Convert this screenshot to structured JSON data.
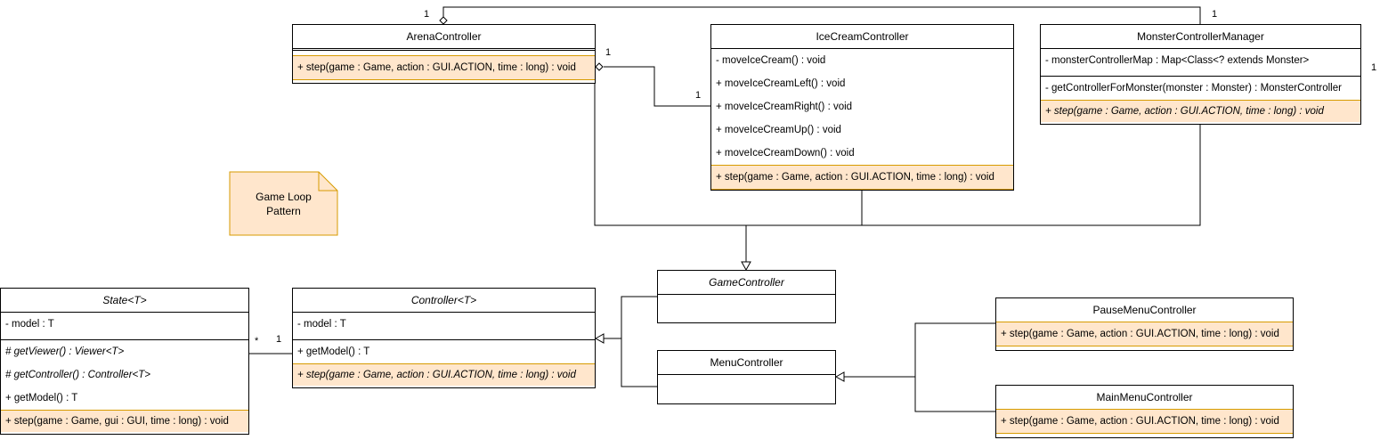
{
  "classes": {
    "arena": {
      "name": "ArenaController",
      "methods": [
        "+ step(game : Game, action : GUI.ACTION, time : long) : void"
      ]
    },
    "icecream": {
      "name": "IceCreamController",
      "methods": [
        "- moveIceCream() : void",
        "+ moveIceCreamLeft() : void",
        "+ moveIceCreamRight() : void",
        "+ moveIceCreamUp() : void",
        "+ moveIceCreamDown() : void",
        "+ step(game : Game, action : GUI.ACTION, time : long) :  void"
      ]
    },
    "monster": {
      "name": "MonsterControllerManager",
      "attrs": [
        "- monsterControllerMap : Map<Class<? extends Monster>"
      ],
      "methods": [
        "- getControllerForMonster(monster : Monster) : MonsterController",
        "+ step(game : Game, action : GUI.ACTION, time : long) : void"
      ]
    },
    "gamecontroller": {
      "name": "GameController"
    },
    "state": {
      "name": "State<T>",
      "attrs": [
        "- model : T"
      ],
      "methods": [
        "# getViewer() : Viewer<T>",
        "# getController() : Controller<T>",
        "+ getModel() : T",
        "+ step(game : Game, gui : GUI, time : long) : void"
      ]
    },
    "controller": {
      "name": "Controller<T>",
      "attrs": [
        "- model : T"
      ],
      "methods": [
        "+ getModel() : T",
        "+ step(game : Game, action : GUI.ACTION, time : long) : void"
      ]
    },
    "menucontroller": {
      "name": "MenuController"
    },
    "pausemenu": {
      "name": "PauseMenuController",
      "methods": [
        "+ step(game : Game, action : GUI.ACTION, time : long) : void"
      ]
    },
    "mainmenu": {
      "name": "MainMenuController",
      "methods": [
        "+ step(game : Game, action : GUI.ACTION, time : long) : void"
      ]
    }
  },
  "note": {
    "line1": "Game Loop",
    "line2": "Pattern"
  },
  "multiplicities": {
    "arena_top": "1",
    "monster_top": "1",
    "monster_right": "1",
    "arena_icecream": "1",
    "icecream_left": "1",
    "state_many": "*",
    "controller_one": "1"
  }
}
